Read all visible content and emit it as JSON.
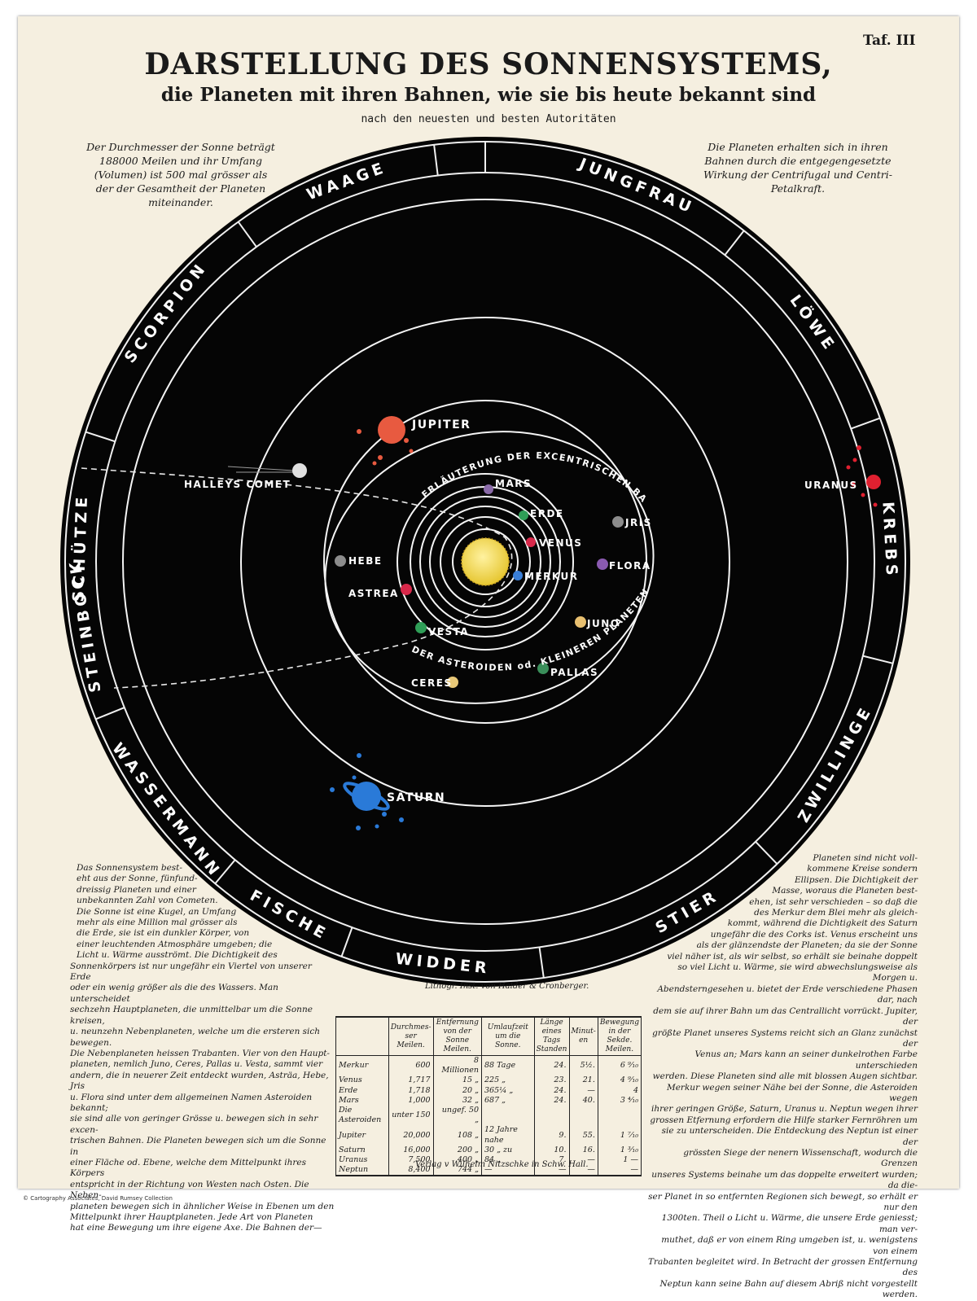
{
  "header": {
    "plate_number": "Taf. III",
    "title": "DARSTELLUNG DES SONNENSYSTEMS,",
    "subtitle": "die Planeten mit ihren Bahnen, wie sie bis heute bekannt sind",
    "subtitle2": "nach den neuesten und besten Autoritäten"
  },
  "notes": {
    "top_left": [
      "Der Durchmesser der Sonne beträgt",
      "188000 Meilen und ihr Umfang",
      "(Volumen) ist 500 mal grösser als",
      "der der Gesamtheit der Planeten",
      "miteinander."
    ],
    "top_right": [
      "Die Planeten erhalten sich in ihren",
      "Bahnen durch die entgegengesetzte",
      "Wirkung der Centrifugal und Centri-",
      "Petalkraft."
    ],
    "bottom_left": [
      "Das Sonnensystem best-",
      "eht aus der Sonne, fünfund-",
      "dreissig Planeten und einer",
      "unbekannten Zahl von Cometen.",
      "Die Sonne ist eine Kugel, an Umfang",
      "mehr als eine Million mal grösser als",
      "die Erde, sie ist ein dunkler Körper, von",
      "einer leuchtenden Atmosphäre umgeben; die",
      "Licht u. Wärme ausströmt.  Die Dichtigkeit des",
      "Sonnenkörpers ist nur ungefähr ein Viertel von unserer Erde",
      "oder ein wenig größer als die des Wassers. Man unterscheidet",
      "sechzehn Hauptplaneten, die unmittelbar um die Sonne kreisen,",
      "u. neunzehn Nebenplaneten, welche um die ersteren sich bewegen.",
      "Die Nebenplaneten heissen Trabanten. Vier von den Haupt-",
      "planeten, nemlich Juno, Ceres, Pallas u. Vesta, sammt vier",
      "andern, die in neuerer Zeit entdeckt wurden, Asträa, Hebe, Jris",
      "u. Flora sind unter dem allgemeinen Namen Asteroiden bekannt;",
      "sie sind alle von geringer Grösse u. bewegen sich in sehr excen-",
      "trischen Bahnen. Die Planeten bewegen sich um die Sonne in",
      "einer Fläche od. Ebene, welche dem Mittelpunkt ihres Körpers",
      "entspricht in der Richtung von Westen nach Osten. Die Neben-",
      "planeten bewegen sich in ähnlicher Weise in Ebenen um den",
      "Mittelpunkt ihrer Hauptplaneten. Jede Art von Planeten",
      "hat eine Bewegung um ihre eigene Axe. Die Bahnen der—"
    ],
    "bottom_right": [
      "Planeten sind nicht voll-",
      "kommene Kreise sondern",
      "Ellipsen. Die Dichtigkeit der",
      "Masse, woraus die Planeten best-",
      "ehen, ist sehr verschieden – so daß die",
      "des Merkur dem Blei mehr als gleich-",
      "kommt, während die Dichtigkeit des Saturn",
      "ungefähr die des Corks ist. Venus erscheint uns",
      "als der glänzendste der Planeten; da sie der Sonne",
      "viel näher ist, als wir selbst, so erhält sie beinahe doppelt",
      "so viel Licht u. Wärme, sie wird abwechslungsweise als Morgen u.",
      "Abendsterngesehen u. bietet der Erde verschiedene Phasen dar, nach",
      "dem sie auf ihrer Bahn um das Centrallicht vorrückt. Jupiter, der",
      "größte Planet unseres Systems reicht sich an Glanz zunächst der",
      "Venus an; Mars kann an seiner dunkelrothen Farbe unterschieden",
      "werden. Diese Planeten sind alle mit blossen Augen sichtbar.",
      "Merkur wegen seiner Nähe bei der Sonne, die Asteroiden wegen",
      "ihrer geringen Größe, Saturn, Uranus u. Neptun wegen ihrer",
      "grossen Etfernung erfordern die Hilfe starker Fernröhren um",
      "sie zu unterscheiden. Die Entdeckung des Neptun ist einer der",
      "grössten Siege der nenern Wissenschaft, wodurch die Grenzen",
      "unseres Systems beinahe um das doppelte erweitert wurden; da die-",
      "ser Planet in so entfernten Regionen sich bewegt, so erhält er nur den",
      "1300ten. Theil o Licht u. Wärme, die unsere Erde geniesst; man ver-",
      "muthet, daß er von einem Ring umgeben ist, u. wenigstens von einem",
      "Trabanten begleitet wird. In Betracht der grossen Entfernung des",
      "Neptun kann seine Bahn auf diesem Abriß nicht vorgestellt werden."
    ]
  },
  "zodiac": [
    {
      "label": "JUNGFRAU",
      "angle": -68
    },
    {
      "label": "LÖWE",
      "angle": -36
    },
    {
      "label": "KREBS",
      "angle": -3
    },
    {
      "label": "ZWILLINGE",
      "angle": 30
    },
    {
      "label": "STIER",
      "angle": 60
    },
    {
      "label": "WIDDER",
      "angle": 96
    },
    {
      "label": "FISCHE",
      "angle": 119
    },
    {
      "label": "WASSERMANN",
      "angle": 142
    },
    {
      "label": "STEINBOCK",
      "angle": 171
    },
    {
      "label": "SCHÜTZE",
      "angle": -178
    },
    {
      "label": "SCORPION",
      "angle": -142
    },
    {
      "label": "WAAGE",
      "angle": -110
    }
  ],
  "bodies": [
    {
      "name": "MERKUR",
      "color": "#3a7fd8"
    },
    {
      "name": "VENUS",
      "color": "#d8284a"
    },
    {
      "name": "ERDE",
      "color": "#2f9e57"
    },
    {
      "name": "MARS",
      "color": "#8a6aa8"
    },
    {
      "name": "JRIS",
      "color": "#8c8c8c"
    },
    {
      "name": "FLORA",
      "color": "#8a5ab0"
    },
    {
      "name": "JUNO",
      "color": "#e8c070"
    },
    {
      "name": "PALLAS",
      "color": "#3a8e5a"
    },
    {
      "name": "CERES",
      "color": "#e8c878"
    },
    {
      "name": "VESTA",
      "color": "#2f9e57"
    },
    {
      "name": "ASTREA",
      "color": "#d8284a"
    },
    {
      "name": "HEBE",
      "color": "#8c8c8c"
    },
    {
      "name": "JUPITER",
      "color": "#e85a40"
    },
    {
      "name": "SATURN",
      "color": "#2a7ad8"
    },
    {
      "name": "URANUS",
      "color": "#e02030"
    },
    {
      "name": "HALLEYS COMET",
      "color": "#e0e0e0"
    }
  ],
  "diagram_labels": {
    "orbit_note_upper": "ERLÄUTERUNG DER EXCENTRISCHEN BAHN",
    "asteroid_band": "DER ASTEROIDEN od. KLEINEREN PLANETEN",
    "sun_color": "#f2d54a"
  },
  "imprint": {
    "lithographer": "Lithogr. Inst. von Halder & Cronberger.",
    "publisher": "Verlag v Wilhelm Nitzschke in Schw. Hall.",
    "credit": "© Cartography Associates, David Rumsey Collection"
  },
  "table": {
    "headers": [
      "",
      "Durchmes-ser Meilen.",
      "Entfernung von der Sonne Meilen.",
      "Umlaufzeit um die Sonne.",
      "Länge eines Tags Standen",
      "Minut-en",
      "Bewegung in der Sekde. Meilen."
    ],
    "rows": [
      [
        "Merkur",
        "600",
        "8 Millionen",
        "88 Tage",
        "24.",
        "5½.",
        "6 ⁹⁄₁₀"
      ],
      [
        "Venus",
        "1,717",
        "15 „",
        "225 „",
        "23.",
        "21.",
        "4 ⁹⁄₁₀"
      ],
      [
        "Erde",
        "1,718",
        "20 „",
        "365¼ „",
        "24.",
        "—",
        "4"
      ],
      [
        "Mars",
        "1,000",
        "32 „",
        "687 „",
        "24.",
        "40.",
        "3 ⁴⁄₁₀"
      ],
      [
        "Die Asteroiden",
        "unter 150",
        "ungef. 50 „",
        "",
        "",
        "",
        ""
      ],
      [
        "Jupiter",
        "20,000",
        "108 „",
        "12 Jahre nahe",
        "9.",
        "55.",
        "1 ⁷⁄₁₀"
      ],
      [
        "Saturn",
        "16,000",
        "200 „",
        "30 „ zu",
        "10.",
        "16.",
        "1 ³⁄₁₀"
      ],
      [
        "Uranus",
        "7,500",
        "400 „",
        "84 „",
        "7.",
        "—",
        "1 —"
      ],
      [
        "Neptun",
        "8,400",
        "744 „",
        "—",
        "—",
        "—",
        "—"
      ]
    ]
  }
}
